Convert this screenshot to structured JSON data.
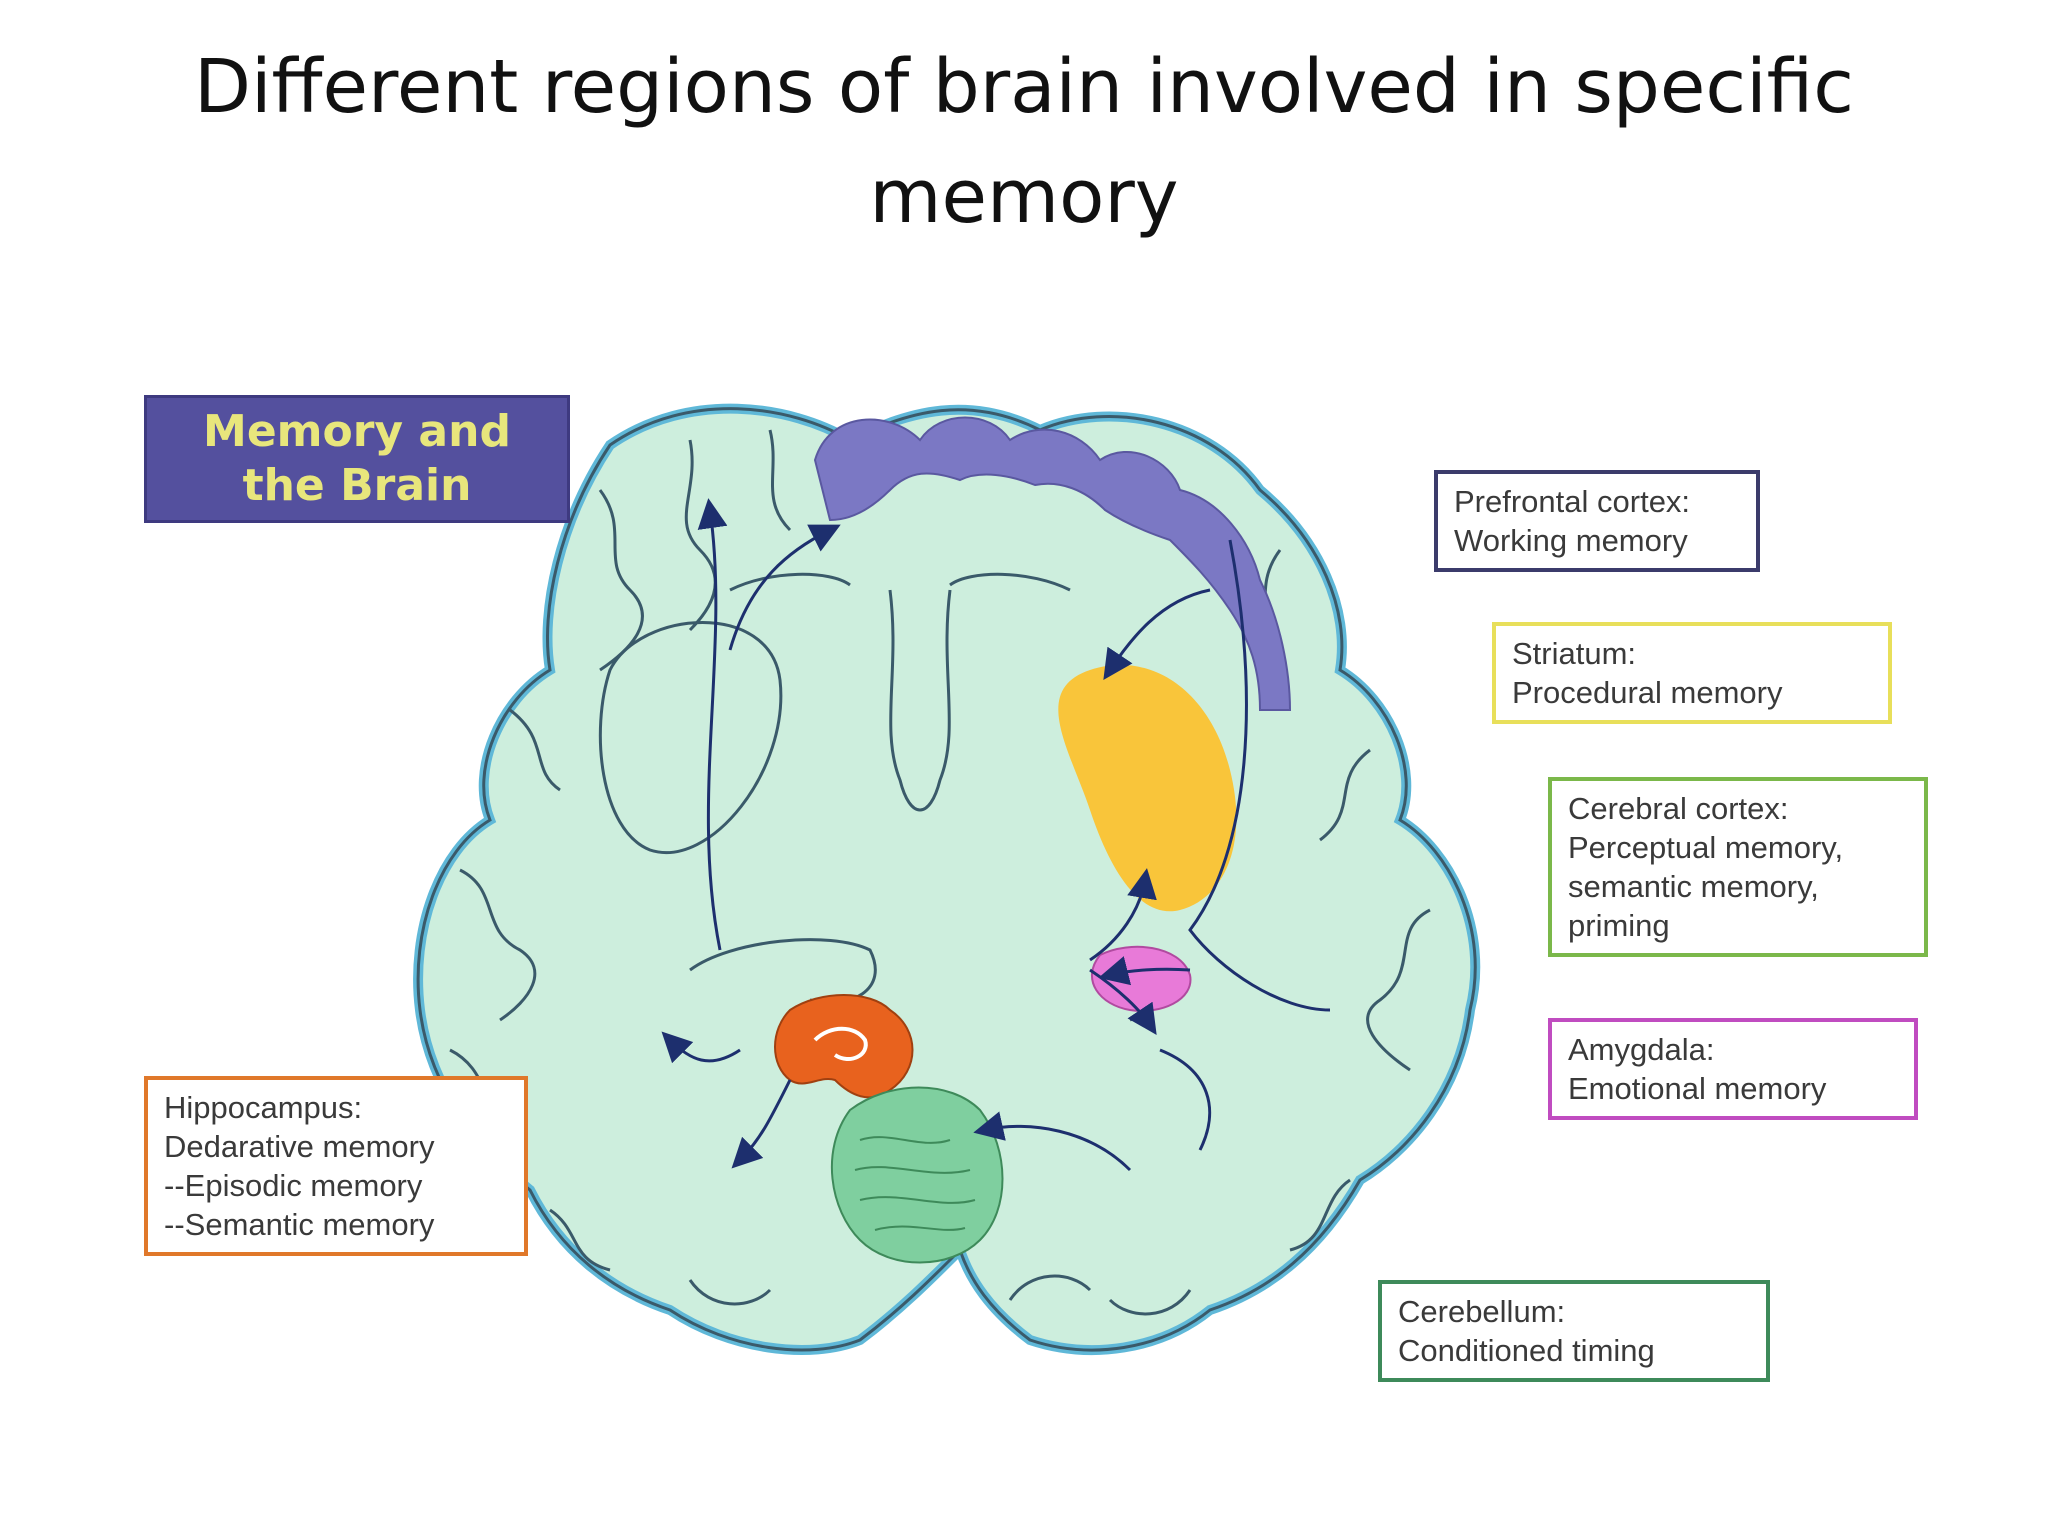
{
  "title": "Different regions of brain involved in specific memory",
  "badge": {
    "line1": "Memory and",
    "line2": "the Brain"
  },
  "labels": {
    "prefrontal": {
      "heading": "Prefrontal cortex:",
      "lines": [
        "Working memory"
      ],
      "color": "#3b3b6b"
    },
    "striatum": {
      "heading": "Striatum:",
      "lines": [
        "Procedural memory"
      ],
      "color": "#e8df5a"
    },
    "cerebral": {
      "heading": "Cerebral cortex:",
      "lines": [
        "Perceptual memory,",
        "semantic memory,",
        "priming"
      ],
      "color": "#7bb84a"
    },
    "amygdala": {
      "heading": "Amygdala:",
      "lines": [
        "Emotional memory"
      ],
      "color": "#c04cc0"
    },
    "hippocampus": {
      "heading": "Hippocampus:",
      "lines": [
        "Dedarative memory",
        "--Episodic memory",
        "--Semantic memory"
      ],
      "color": "#e0782a"
    },
    "cerebellum": {
      "heading": "Cerebellum:",
      "lines": [
        "Conditioned timing"
      ],
      "color": "#3e8a5a"
    }
  },
  "colors": {
    "brain_fill": "#cdeedd",
    "brain_outline": "#3a5a6a",
    "prefrontal_fill": "#7b78c4",
    "striatum_fill": "#f9c53a",
    "amygdala_fill": "#e87ad8",
    "hippocampus_fill": "#e8621e",
    "cerebellum_fill": "#7fcf9f",
    "arrow": "#1d2f6e"
  }
}
